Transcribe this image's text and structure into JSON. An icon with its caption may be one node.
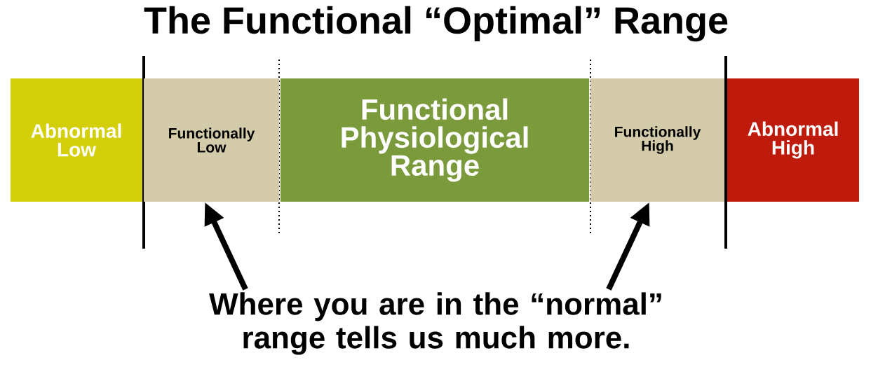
{
  "diagram": {
    "title": "The Functional “Optimal” Range",
    "nodes": [
      {
        "text": [
          "Abnormal Low"
        ]
      },
      {
        "text": [
          "Functionally Low"
        ]
      },
      {
        "text": [
          "Functional Physiological Range"
        ]
      },
      {
        "text": [
          "Functionally High"
        ]
      },
      {
        "text": [
          "Abnormal High"
        ]
      },
      {
        "text": [
          "Where you are in the “normal” range tells us much more."
        ]
      }
    ],
    "edges": [
      {
        "from": 5,
        "to": 1,
        "arrow": "to"
      },
      {
        "from": 5,
        "to": 3,
        "arrow": "to"
      }
    ]
  }
}
